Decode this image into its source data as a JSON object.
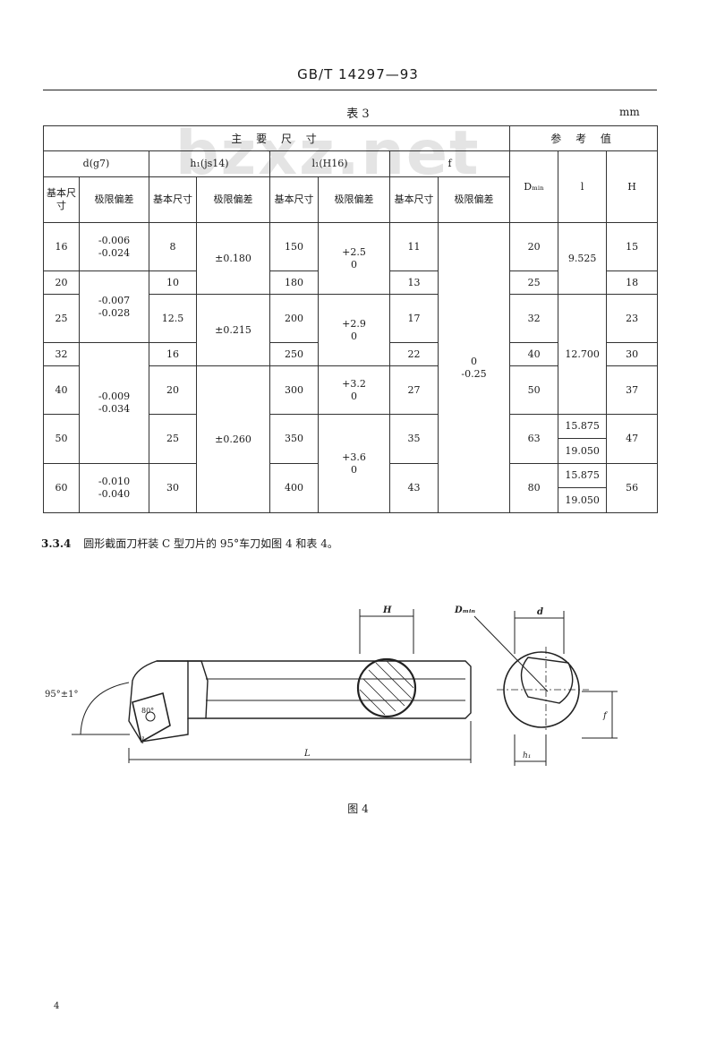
{
  "header": {
    "standard": "GB/T 14297—93"
  },
  "table": {
    "title": "表 3",
    "unit": "mm",
    "group_main": "主  要  尺  寸",
    "group_ref": "参  考  值",
    "col_d": "d(g7)",
    "col_h1": "h₁(js14)",
    "col_l1": "l₁(H16)",
    "col_f": "f",
    "col_dmin": "Dₘᵢₙ",
    "col_l": "l",
    "col_H": "H",
    "basic_size": "基本尺寸",
    "limit_dev": "极限偏差",
    "rows": [
      {
        "d": "16",
        "h1": "8",
        "l1": "150",
        "f": "11",
        "dmin": "20",
        "H": "15"
      },
      {
        "d": "20",
        "h1": "10",
        "l1": "180",
        "f": "13",
        "dmin": "25",
        "H": "18"
      },
      {
        "d": "25",
        "h1": "12.5",
        "l1": "200",
        "f": "17",
        "dmin": "32",
        "H": "23"
      },
      {
        "d": "32",
        "h1": "16",
        "l1": "250",
        "f": "22",
        "dmin": "40",
        "H": "30"
      },
      {
        "d": "40",
        "h1": "20",
        "l1": "300",
        "f": "27",
        "dmin": "50",
        "H": "37"
      },
      {
        "d": "50",
        "h1": "25",
        "l1": "350",
        "f": "35",
        "dmin": "63",
        "H": "47"
      },
      {
        "d": "60",
        "h1": "30",
        "l1": "400",
        "f": "43",
        "dmin": "80",
        "H": "56"
      }
    ],
    "d_dev_1": "-0.006\n-0.024",
    "d_dev_2": "-0.007\n-0.028",
    "d_dev_3": "-0.009\n-0.034",
    "d_dev_4": "-0.010\n-0.040",
    "h1_dev_1": "±0.180",
    "h1_dev_2": "±0.215",
    "h1_dev_3": "±0.260",
    "l1_dev_1": "+2.5\n0",
    "l1_dev_2": "+2.9\n0",
    "l1_dev_3": "+3.2\n0",
    "l1_dev_4": "+3.6\n0",
    "f_dev": "0\n-0.25",
    "l_1": "9.525",
    "l_2": "12.700",
    "l_3": "15.875",
    "l_4": "19.050",
    "l_5": "15.875",
    "l_6": "19.050"
  },
  "watermark": "bzxz.net",
  "paragraph": {
    "number": "3.3.4",
    "text": "圆形截面刀杆装 C 型刀片的 95°车刀如图 4 和表 4。"
  },
  "figure": {
    "label_angle": "95°±1°",
    "label_80": "80°",
    "label_l": "l",
    "label_L": "L",
    "label_H": "H",
    "label_dmin": "Dₘᵢₙ",
    "label_d": "d",
    "label_f": "f",
    "label_h1": "h₁",
    "caption": "图 4"
  },
  "page_number": "4"
}
